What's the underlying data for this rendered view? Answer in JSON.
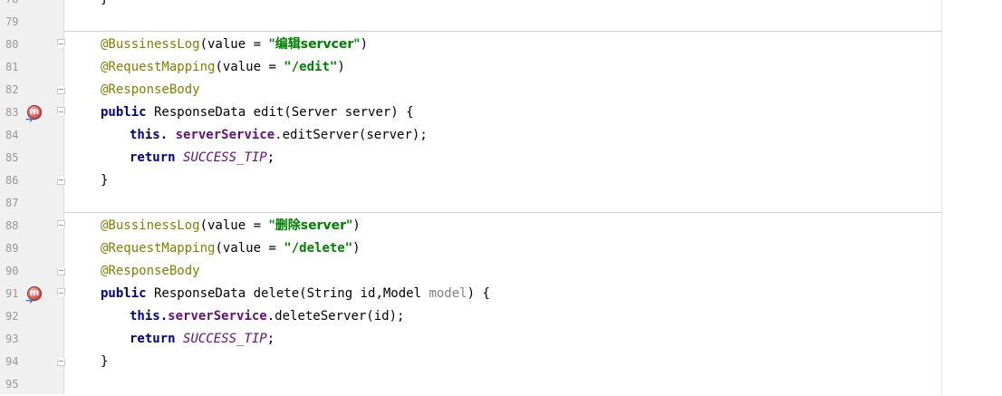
{
  "gutter": {
    "line_numbers": [
      "78",
      "79",
      "80",
      "81",
      "82",
      "83",
      "84",
      "85",
      "86",
      "87",
      "88",
      "89",
      "90",
      "91",
      "92",
      "93",
      "94",
      "95"
    ]
  },
  "icons": {
    "method_marker": "m",
    "override_arrow": "➔"
  },
  "code": {
    "l78": {
      "brace": "}"
    },
    "l80": {
      "annotation": "@BussinessLog",
      "open": "(value = ",
      "string": "\"编辑servcer\"",
      "close": ")"
    },
    "l81": {
      "annotation": "@RequestMapping",
      "open": "(value = ",
      "string": "\"/edit\"",
      "close": ")"
    },
    "l82": {
      "annotation": "@ResponseBody"
    },
    "l83": {
      "keyword": "public",
      "signature": " ResponseData edit(Server server) {"
    },
    "l84": {
      "keyword": "this.",
      "space": " ",
      "field": "serverService",
      "call": ".editServer(server);"
    },
    "l85": {
      "keyword": "return",
      "space": " ",
      "constant": "SUCCESS_TIP",
      "end": ";"
    },
    "l86": {
      "brace": "}"
    },
    "l88": {
      "annotation": "@BussinessLog",
      "open": "(value = ",
      "string": "\"删除server\"",
      "close": ")"
    },
    "l89": {
      "annotation": "@RequestMapping",
      "open": "(value = ",
      "string": "\"/delete\"",
      "close": ")"
    },
    "l90": {
      "annotation": "@ResponseBody"
    },
    "l91": {
      "keyword": "public",
      "signature": " ResponseData delete(String id,Model ",
      "unused_param": "model",
      "end": ") {"
    },
    "l92": {
      "keyword": "this.",
      "field": "serverService",
      "call": ".deleteServer(id);"
    },
    "l93": {
      "keyword": "return",
      "space": " ",
      "constant": "SUCCESS_TIP",
      "end": ";"
    },
    "l94": {
      "brace": "}"
    }
  },
  "colors": {
    "annotation": "#808000",
    "keyword": "#000080",
    "string": "#008000",
    "field": "#660e7a",
    "gutter_bg": "#f0f0f0",
    "line_number": "#999999"
  }
}
